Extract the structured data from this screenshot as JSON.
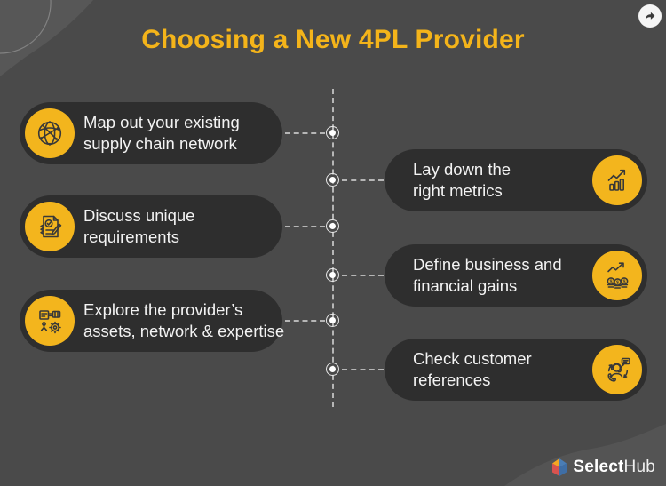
{
  "title": "Choosing a New 4PL Provider",
  "share": {
    "icon": "share-arrow-icon"
  },
  "steps": {
    "left": [
      {
        "line1": "Map out your existing",
        "line2": "supply chain network",
        "icon": "network-globe-icon"
      },
      {
        "line1": "Discuss unique",
        "line2": "requirements",
        "icon": "checklist-pencil-icon"
      },
      {
        "line1": "Explore the provider’s",
        "line2": "assets, network & expertise",
        "icon": "automation-machinery-icon"
      }
    ],
    "right": [
      {
        "line1": "Lay down the",
        "line2": "right metrics",
        "icon": "metrics-chart-icon"
      },
      {
        "line1": "Define business and",
        "line2": "financial gains",
        "icon": "financial-gains-icon"
      },
      {
        "line1": "Check customer",
        "line2": "references",
        "icon": "customer-support-icon"
      }
    ]
  },
  "logo": {
    "name": "SelectHub",
    "bold_part": "Select",
    "light_part": "Hub"
  },
  "colors": {
    "background": "#4a4a4a",
    "card": "#2e2e2e",
    "accent_yellow": "#f3b51d",
    "title_yellow": "#f4b41a",
    "text_light": "#f3f3f3"
  }
}
